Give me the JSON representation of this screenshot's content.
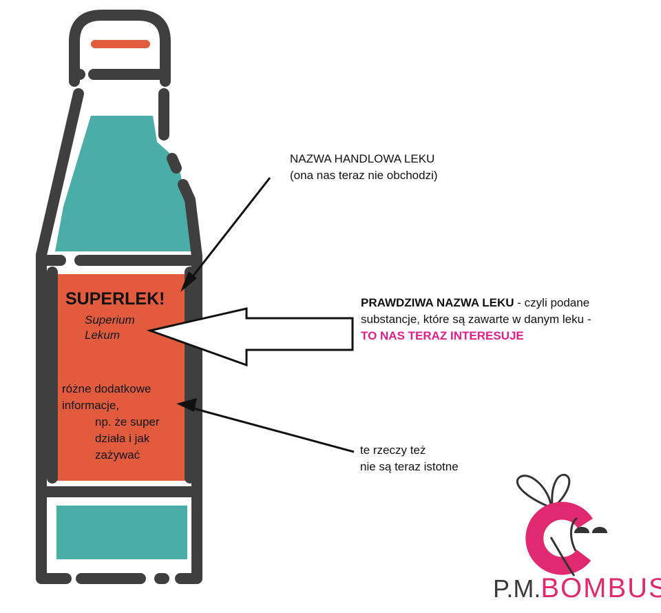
{
  "bottle": {
    "label_brand": "SUPERLEK!",
    "label_latin_line1": "Superium",
    "label_latin_line2": "Lekum",
    "label_info_line1": "różne dodatkowe",
    "label_info_line2": "informacje,",
    "label_info_line3": "np. że super",
    "label_info_line4": "działa i jak",
    "label_info_line5": "zażywać"
  },
  "annotations": {
    "trade_name_line1": "NAZWA HANDLOWA LEKU",
    "trade_name_line2": "(ona nas teraz nie obchodzi)",
    "real_name_bold": "PRAWDZIWA NAZWA LEKU",
    "real_name_rest_line1": " - czyli podane",
    "real_name_line2": "substancje, które są zawarte w danym leku -",
    "real_name_highlight": "TO NAS TERAZ INTERESUJE",
    "other_line1": "te rzeczy też",
    "other_line2": "nie są teraz istotne"
  },
  "logo": {
    "prefix": "P.M.",
    "name": "BOMBUS"
  },
  "colors": {
    "outline": "#3f3f3f",
    "teal": "#4aada8",
    "label_orange": "#e25b3c",
    "highlight_pink": "#e01e8c",
    "bee_pink": "#e0296f"
  }
}
